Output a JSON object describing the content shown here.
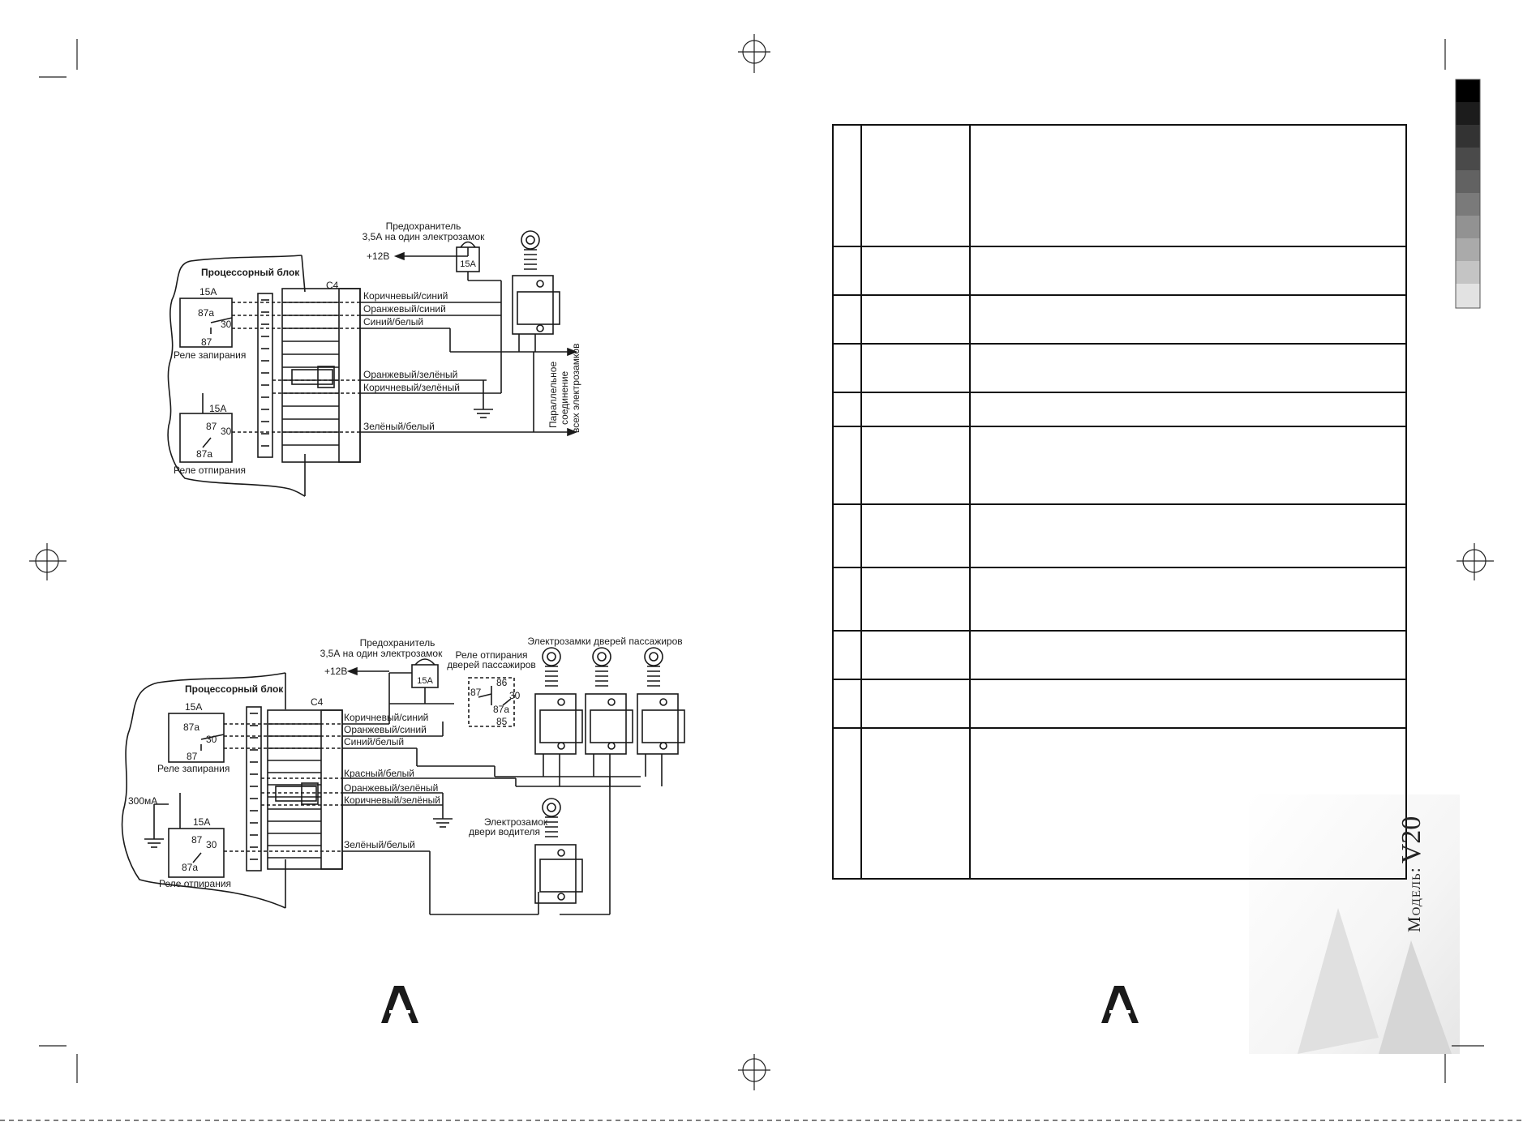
{
  "diagram1": {
    "processor_block": "Процессорный блок",
    "connector": "С4",
    "fuse_label_line1": "Предохранитель",
    "fuse_label_line2": "3,5А на один электрозамок",
    "fuse_value": "15А",
    "plus12": "+12В",
    "relay_lock": {
      "fuse": "15А",
      "pin_87a": "87а",
      "pin_30": "30",
      "pin_87": "87",
      "name": "Реле запирания"
    },
    "relay_unlock": {
      "fuse": "15А",
      "pin_87": "87",
      "pin_30": "30",
      "pin_87a": "87а",
      "name": "Реле отпирания"
    },
    "wires": [
      "Коричневый/синий",
      "Оранжевый/синий",
      "Синий/белый",
      "Оранжевый/зелёный",
      "Коричневый/зелёный",
      "Зелёный/белый"
    ],
    "parallel_note": [
      "Параллельное",
      "соединение",
      "всех электрозамков"
    ]
  },
  "diagram2": {
    "processor_block": "Процессорный блок",
    "connector": "С4",
    "fuse_label_line1": "Предохранитель",
    "fuse_label_line2": "3,5А на один электрозамок",
    "fuse_value": "15А",
    "plus12": "+12В",
    "relay_pass_line1": "Реле отпирания",
    "relay_pass_line2": "дверей пассажиров",
    "relay_pins": {
      "p86": "86",
      "p87": "87",
      "p30": "30",
      "p87a": "87а",
      "p85": "85"
    },
    "passenger_locks": "Электрозамки дверей пассажиров",
    "driver_lock_line1": "Электрозамок",
    "driver_lock_line2": "двери водителя",
    "current": "300мА",
    "relay_lock": {
      "fuse": "15А",
      "pin_87a": "87а",
      "pin_30": "30",
      "pin_87": "87",
      "name": "Реле запирания"
    },
    "relay_unlock": {
      "fuse": "15А",
      "pin_87": "87",
      "pin_30": "30",
      "pin_87a": "87а",
      "name": "Реле отпирания"
    },
    "wires": [
      "Коричневый/синий",
      "Оранжевый/синий",
      "Синий/белый",
      "Красный/белый",
      "Оранжевый/зелёный",
      "Коричневый/зелёный",
      "Зелёный/белый"
    ]
  },
  "brand": {
    "small": "Модель:",
    "model": "V20"
  },
  "colors": {
    "ink": "#1a1a1a"
  }
}
